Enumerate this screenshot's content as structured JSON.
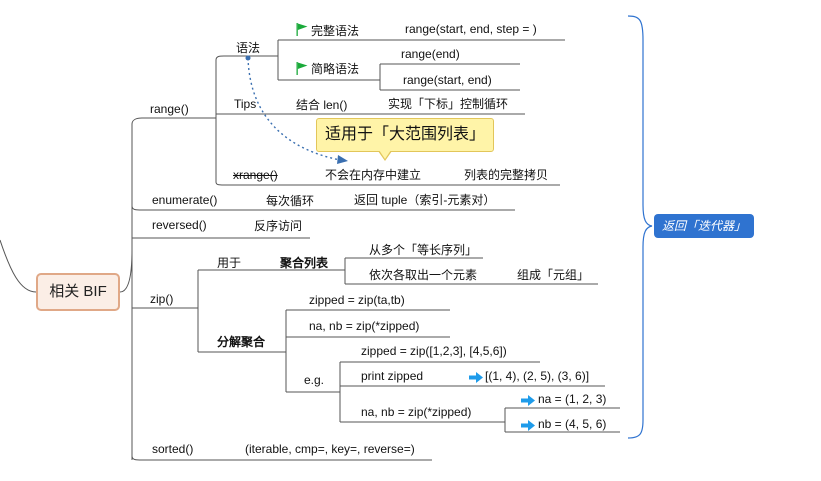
{
  "root": "相关 BIF",
  "summary": "返回「迭代器」",
  "range": {
    "label": "range()",
    "syntax": "语法",
    "full_syntax": "完整语法",
    "full_signature": "range(start, end, step = )",
    "short_syntax": "简略语法",
    "short_sig_1": "range(end)",
    "short_sig_2": "range(start, end)",
    "tips": "Tips",
    "combine": "结合 len()",
    "combine_result": "实现「下标」控制循环",
    "callout": "适用于「大范围列表」",
    "xrange": "xrange()",
    "xrange_memory": "不会在内存中建立",
    "xrange_copy": "列表的完整拷贝"
  },
  "enumerate": {
    "label": "enumerate()",
    "desc": "每次循环",
    "result": "返回 tuple（索引-元素对）"
  },
  "reversed": {
    "label": "reversed()",
    "desc": "反序访问"
  },
  "zip": {
    "label": "zip()",
    "use": "用于",
    "aggregate": "聚合列表",
    "agg_1": "从多个「等长序列」",
    "agg_2": "依次各取出一个元素",
    "agg_3": "组成「元组」",
    "unzip": "分解聚合",
    "unzip_1": "zipped = zip(ta,tb)",
    "unzip_2": "na, nb = zip(*zipped)",
    "eg": "e.g.",
    "eg_1": "zipped = zip([1,2,3], [4,5,6])",
    "eg_2": "print zipped",
    "eg_2_result": "[(1, 4), (2, 5), (3, 6)]",
    "eg_3": "na, nb = zip(*zipped)",
    "eg_3_result_1": "na = (1, 2, 3)",
    "eg_3_result_2": "nb = (4, 5, 6)"
  },
  "sorted": {
    "label": "sorted()",
    "signature": "(iterable, cmp=, key=, reverse=)"
  },
  "colors": {
    "line": "#555555",
    "root_border": "#e0a887",
    "root_fill": "#fbeee6",
    "callout_fill": "#fff4a8",
    "summary_fill": "#2f73d0",
    "bracket": "#2f73d0",
    "flag": "#1aaa3a",
    "arrow": "#1e9bea",
    "dotted": "#3a6fb0"
  }
}
